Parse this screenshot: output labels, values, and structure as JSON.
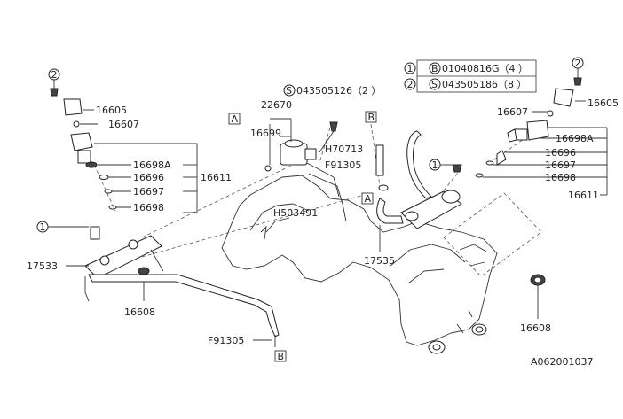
{
  "legend": [
    {
      "num": "1",
      "code": "B",
      "value": "01040816G（4 ）"
    },
    {
      "num": "2",
      "code": "S",
      "value": "043505186（8 ）"
    }
  ],
  "screw_note": {
    "code": "S",
    "value": "043505126（2 ）"
  },
  "refs": {
    "A": "A",
    "B": "B"
  },
  "parts": {
    "p16605": "16605",
    "p16607": "16607",
    "p16698A": "16698A",
    "p16696": "16696",
    "p16697": "16697",
    "p16698": "16698",
    "p16611": "16611",
    "p22670": "22670",
    "p16699": "16699",
    "pH70713": "H70713",
    "pF91305": "F91305",
    "pH503491": "H503491",
    "p17535": "17535",
    "p17533": "17533",
    "p16608": "16608"
  },
  "callouts": {
    "one": "1",
    "two": "2"
  },
  "diagram_id": "A062001037"
}
